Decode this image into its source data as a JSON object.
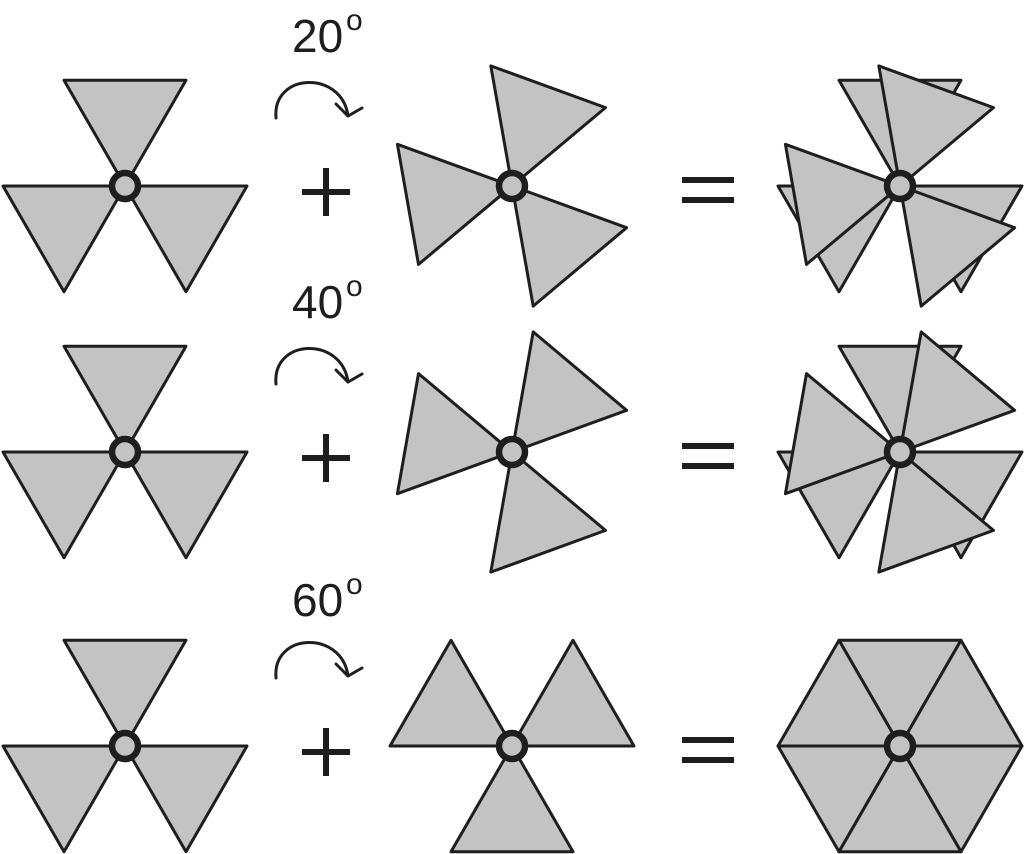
{
  "rows": [
    {
      "angle": "20",
      "degree_mark": "o",
      "rotation_deg": 20
    },
    {
      "angle": "40",
      "degree_mark": "o",
      "rotation_deg": 40
    },
    {
      "angle": "60",
      "degree_mark": "o",
      "rotation_deg": 60
    }
  ],
  "colors": {
    "fill": "#c3c3c3",
    "stroke": "#1e1e1e",
    "background": "#ffffff"
  },
  "icons": {
    "rotation": "clockwise-arrow-icon",
    "plus": "plus-icon",
    "equals": "equals-icon"
  }
}
